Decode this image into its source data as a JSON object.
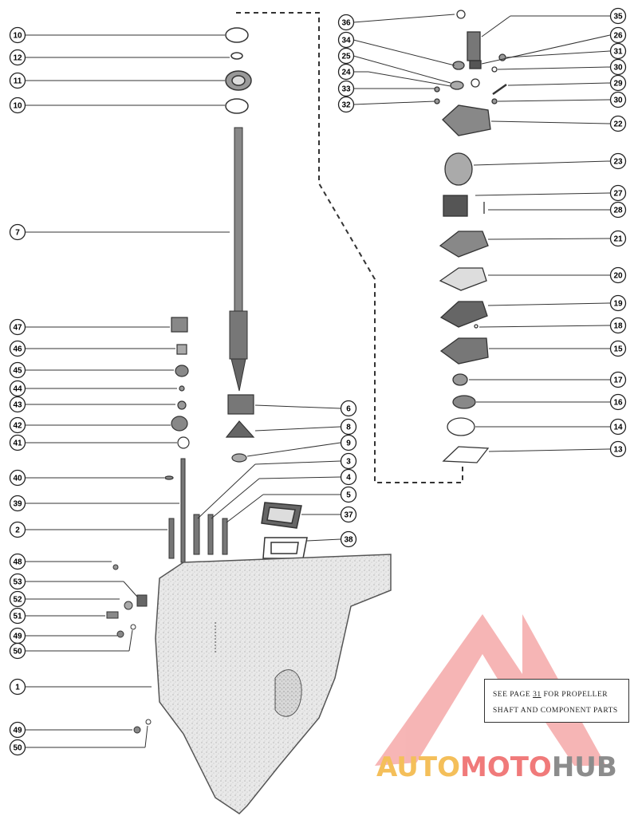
{
  "callouts": [
    "10",
    "12",
    "11",
    "10",
    "7",
    "47",
    "46",
    "45",
    "44",
    "43",
    "42",
    "41",
    "40",
    "39",
    "2",
    "48",
    "53",
    "52",
    "51",
    "49",
    "50",
    "1",
    "49",
    "50",
    "36",
    "34",
    "25",
    "24",
    "33",
    "32",
    "35",
    "26",
    "31",
    "30",
    "29",
    "30",
    "22",
    "23",
    "27",
    "28",
    "21",
    "20",
    "19",
    "18",
    "15",
    "17",
    "16",
    "14",
    "13",
    "6",
    "8",
    "9",
    "3",
    "4",
    "5",
    "37",
    "38"
  ],
  "note": {
    "line1_pre": "SEE PAGE ",
    "page": "31",
    "line1_post": " FOR PROPELLER",
    "line2": "SHAFT AND COMPONENT PARTS"
  },
  "watermark": {
    "part1": "AUTO",
    "part2": "MOTO",
    "part3": "HUB",
    "colors": {
      "auto": "#f4bf5a",
      "moto": "#f07a7a",
      "hub": "#8c8c8c",
      "logo": "#f06060"
    }
  }
}
